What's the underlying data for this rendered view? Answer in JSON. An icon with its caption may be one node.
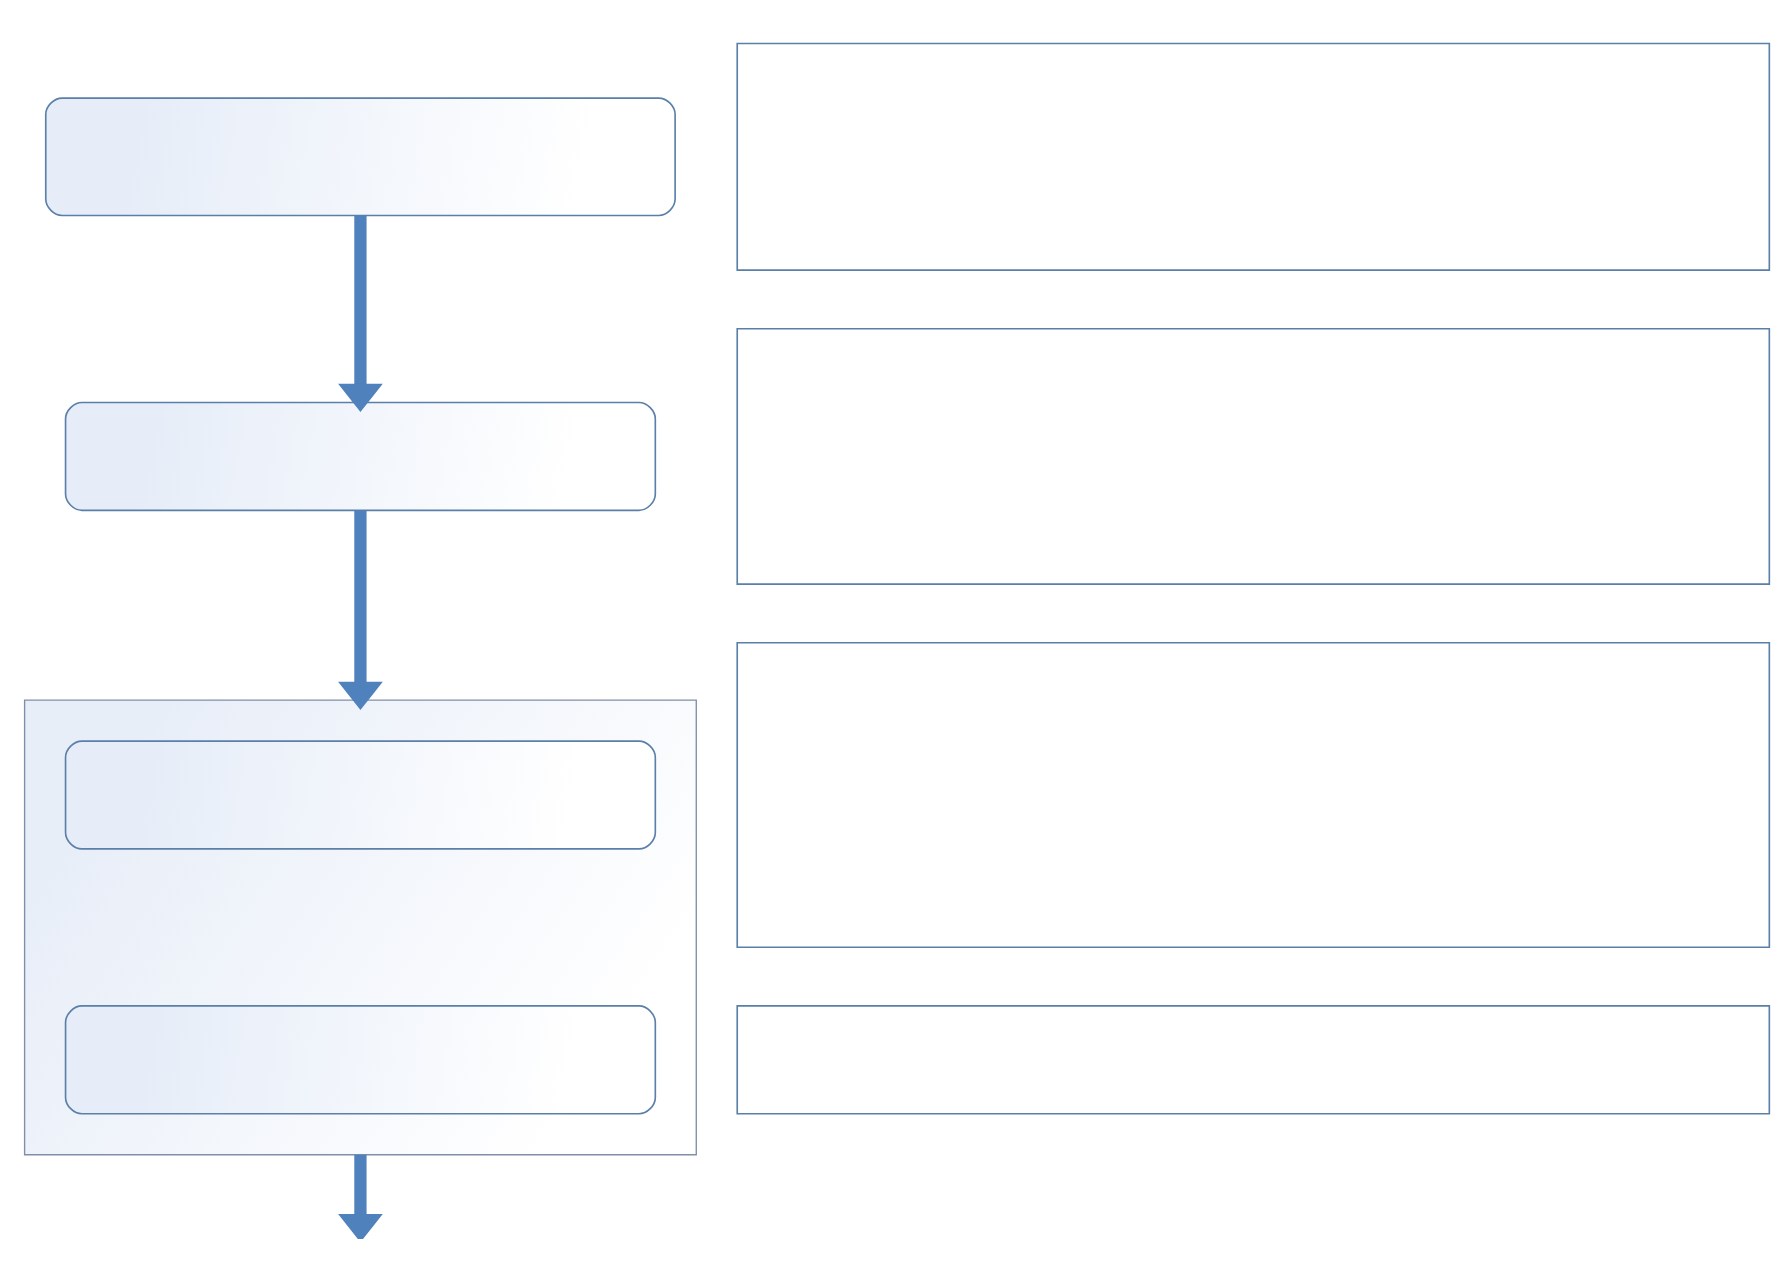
{
  "diagram": {
    "nodes": [
      {
        "text": [],
        "shape": "stadium"
      },
      {
        "text": [],
        "shape": "stadium"
      },
      {
        "text": [],
        "shape": "box"
      },
      {
        "text": [],
        "shape": "stadium",
        "in": 2
      },
      {
        "text": [],
        "shape": "stadium",
        "in": 2
      },
      {
        "text": [],
        "shape": "box"
      },
      {
        "text": [],
        "shape": "box"
      },
      {
        "text": [],
        "shape": "box"
      },
      {
        "text": [],
        "shape": "box"
      }
    ],
    "edges": [
      {
        "from": 0,
        "to": 1,
        "arrow": "to"
      },
      {
        "from": 1,
        "to": 2,
        "arrow": "to"
      },
      {
        "from": 2,
        "to": null,
        "arrow": "to"
      }
    ]
  }
}
